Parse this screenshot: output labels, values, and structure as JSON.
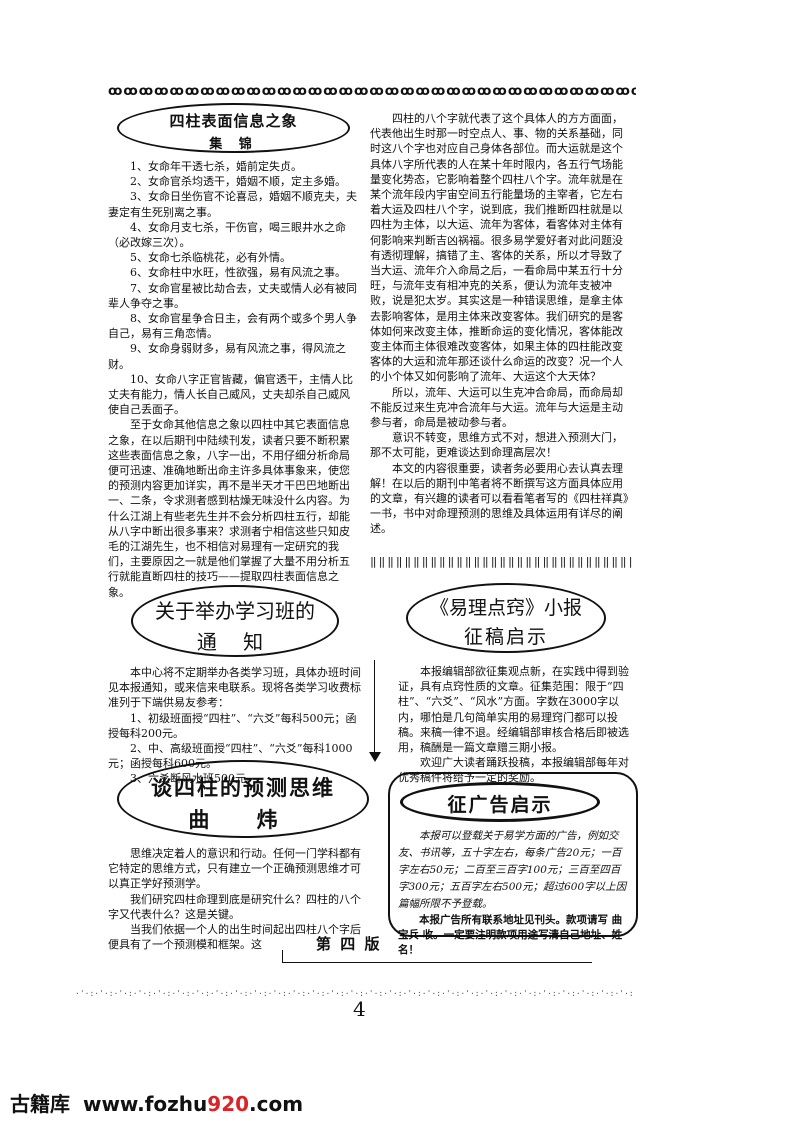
{
  "top_border": "ꝏꝏꝏꝏꝏꝏꝏꝏꝏꝏꝏꝏꝏꝏꝏꝏꝏꝏꝏꝏꝏꝏꝏꝏꝏꝏꝏꝏꝏꝏꝏꝏꝏꝏꝏꝏꝏꝏꝏꝏꝏꝏꝏꝏꝏꝏꝏꝏꝏꝏ",
  "article1": {
    "title": "四柱表面信息之象",
    "author": "集 锦",
    "items": [
      "1、女命年干透七杀，婚前定失贞。",
      "2、女命官杀均透干，婚姻不顺，定主多婚。",
      "3、女命日坐伤官不论喜忌，婚姻不顺克夫，夫妻定有生死别离之事。",
      "4、女命月支七杀，干伤官，喝三眼井水之命（必改嫁三次）。",
      "5、女命七杀临桃花，必有外情。",
      "6、女命柱中水旺，性欲强，易有风流之事。",
      "7、女命官星被比劫合去，丈夫或情人必有被同辈人争夺之事。",
      "8、女命官星争合日主，会有两个或多个男人争自己，易有三角恋情。",
      "9、女命身弱财多，易有风流之事，得风流之财。",
      "10、女命八字正官皆藏，偏官透干，主情人比丈夫有能力，情人长自己威风，丈夫却杀自己威风使自己丢面子。"
    ],
    "closing": "至于女命其他信息之象以四柱中其它表面信息之象，在以后期刊中陆续刊发，读者只要不断积累这些表面信息之象，八字一出，不用仔细分析命局便可迅速、准确地断出命主许多具体事象来，使您的预测内容更加详实，再不是半天才干巴巴地断出一、二条，令求测者感到枯燥无味没什么内容。为什么江湖上有些老先生并不会分析四柱五行，却能从八字中断出很多事来？求测者宁相信这些只知皮毛的江湖先生，也不相信对易理有一定研究的我们，主要原因之一就是他们掌握了大量不用分析五行就能直断四柱的技巧——提取四柱表面信息之象。"
  },
  "right_article": {
    "paragraphs": [
      "四柱的八个字就代表了这个具体人的方方面面，代表他出生时那一时空点人、事、物的关系基础，同时这八个字也对应自己身体各部位。而大运就是这个具体八字所代表的人在某十年时限内，各五行气场能量变化势态，它影响着整个四柱八个字。流年就是在某个流年段内宇宙空间五行能量场的主宰者，它左右着大运及四柱八个字，说到底，我们推断四柱就是以四柱为主体，以大运、流年为客体，看客体对主体有何影响来判断吉凶祸福。很多易学爱好者对此问题没有透彻理解，搞错了主、客体的关系，所以才导致了当大运、流年介入命局之后，一看命局中某五行十分旺，与流年支有相冲克的关系，便认为流年支被冲败，说是犯太岁。其实这是一种错误思维，是拿主体去影响客体，是用主体来改变客体。我们研究的是客体如何来改变主体，推断命运的变化情况，客体能改变主体而主体很难改变客体，如果主体的四柱能改变客体的大运和流年那还谈什么命运的改变？况一个人的小个体又如何影响了流年、大运这个大天体？",
      "所以，流年、大运可以生克冲合命局，而命局却不能反过来生克冲合流年与大运。流年与大运是主动参与者，命局是被动参与者。",
      "意识不转变，思维方式不对，想进入预测大门，那不太可能，更难谈达到命理高层次！",
      "本文的内容很重要，读者务必要用心去认真去理解！在以后的期刊中笔者将不断撰写这方面具体应用的文章，有兴趣的读者可以看看笔者写的《四柱祥真》一书，书中对命理预测的思维及具体运用有详尽的阐述。"
    ]
  },
  "mid_separator": "‖‖‖‖‖‖‖‖‖‖‖‖‖‖‖‖‖‖‖‖‖‖‖‖‖‖‖‖‖‖‖‖‖‖",
  "notice": {
    "title_line1": "关于举办学习班的",
    "title_line2": "通 知",
    "body": "本中心将不定期举办各类学习班，具体办班时间见本报通知，或来信来电联系。现将各类学习收费标准列于下端供易友参考：",
    "items": [
      "1、初级班面授“四柱”、“六爻”每科500元；函授每科200元。",
      "2、中、高级班面授“四柱”、“六爻”每科1000元；函授每科600元。",
      "3、六爻断风水班500元。"
    ]
  },
  "call_for_papers": {
    "title_line1": "《易理点窍》小报",
    "title_line2": "征稿启示",
    "body": "本报编辑部欲征集观点新，在实践中得到验证，具有点窍性质的文章。征集范围：限于“四柱”、“六爻”、“风水”方面。字数在3000字以内，哪怕是几句简单实用的易理窍门都可以投稿。来稿一律不退。经编辑部审核合格后即被选用，稿酬是一篇文章赠三期小报。",
    "closing": "欢迎广大读者踊跃投稿，本报编辑部每年对优秀稿件将给予一定的奖励。"
  },
  "article2": {
    "title": "谈四柱的预测思维",
    "author": "曲 炜",
    "paragraphs": [
      "思维决定着人的意识和行动。任何一门学科都有它特定的思维方式，只有建立一个正确预测思维才可以真正学好预测学。",
      "我们研究四柱命理到底是研究什么？四柱的八个字又代表什么？这是关键。",
      "当我们依据一个人的出生时间起出四柱八个字后便具有了一个预测模和框架。这"
    ]
  },
  "ad": {
    "title": "征广告启示",
    "body": "本报可以登载关于易学方面的广告，例如交友、书讯等，五十字左右，每条广告20元；一百字左右50元；二百至三百字100元；三百至四百字300元；五百字左右500元；超过600字以上因篇幅所限不予登载。",
    "note": "本报广告所有联系地址见刊头。款项请写 曲宝兵 收。一定要注明款项用途写清自己地址、姓名！"
  },
  "edition": "第 四 版",
  "bottom_border": "·'·:·'·:·'·:·'·:·'·:·'·:·'·:·'·:·'·:·'·:·'·:·'·:·'·:·'·:·'·:·'·:·'·:·'·:·'·:·'·:·'·:·'·:·'·:·'·:·'·:·'·:·'·:·'·:·'·:·'·:·'·:·'·:·'·:·'·:·'·:·'·:·'·:·'·:·'·:·'·:",
  "page_number": "4",
  "footer_site": {
    "name": "古籍库",
    "url_prefix": "www.fozhu",
    "url_number": "920",
    "url_suffix": ".com",
    "accent_color": "#d9252a"
  }
}
